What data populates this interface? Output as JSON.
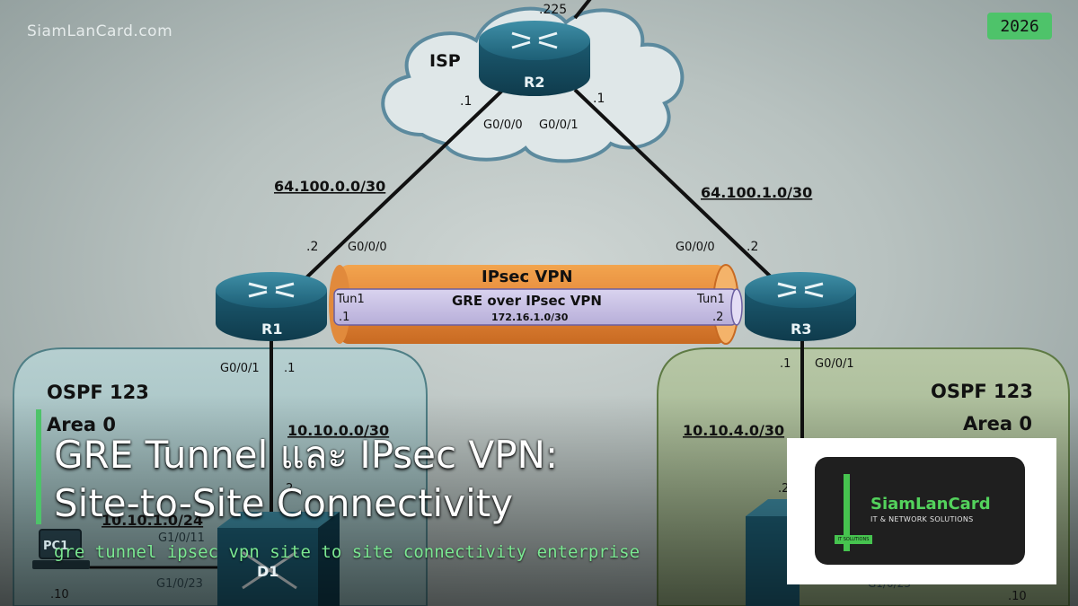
{
  "watermark": "SiamLanCard.com",
  "year_badge": "2026",
  "title": {
    "line1": "GRE Tunnel และ IPsec VPN:",
    "line2": "Site-to-Site Connectivity"
  },
  "subtitle": "gre tunnel ipsec vpn site to site connectivity enterprise",
  "logo": {
    "name": "SiamLanCard",
    "tagline": "IT & NETWORK SOLUTIONS",
    "tag": "IT SOLUTIONS"
  },
  "diagram": {
    "isp": {
      "label": "ISP",
      "top_addr": ".225"
    },
    "routers": {
      "r1": "R1",
      "r2": "R2",
      "r3": "R3"
    },
    "switch": {
      "d1": "D1"
    },
    "pc": {
      "label": "PC1",
      "addr": ".10"
    },
    "r3_side_addr": ".10",
    "links": {
      "r2_left_addr": ".1",
      "r2_right_addr": ".1",
      "r2_left_if": "G0/0/0",
      "r2_right_if": "G0/0/1",
      "net_left": "64.100.0.0/30",
      "net_right": "64.100.1.0/30",
      "r1_wan_addr": ".2",
      "r1_wan_if": "G0/0/0",
      "r3_wan_if": "G0/0/0",
      "r3_wan_addr": ".2",
      "r1_lan_if": "G0/0/1",
      "r1_lan_addr": ".1",
      "r3_lan_addr": ".1",
      "r3_lan_if": "G0/0/1",
      "net_r1_lan": "10.10.0.0/30",
      "net_r3_lan": "10.10.4.0/30",
      "d1_up_addr": ".2",
      "d1_port_a": "G1/0/11",
      "d1_port_b": "G1/0/23",
      "pc_net": "10.10.1.0/24",
      "d3_port": "G1/0/23",
      "d3_addr": ".2"
    },
    "tunnel": {
      "outer": "IPsec VPN",
      "inner": "GRE over IPsec VPN",
      "net": "172.16.1.0/30",
      "left_if": "Tun1",
      "left_addr": ".1",
      "right_if": "Tun1",
      "right_addr": ".2"
    },
    "areas": {
      "left_name": "OSPF 123",
      "left_area": "Area 0",
      "right_name": "OSPF 123",
      "right_area": "Area 0"
    }
  }
}
